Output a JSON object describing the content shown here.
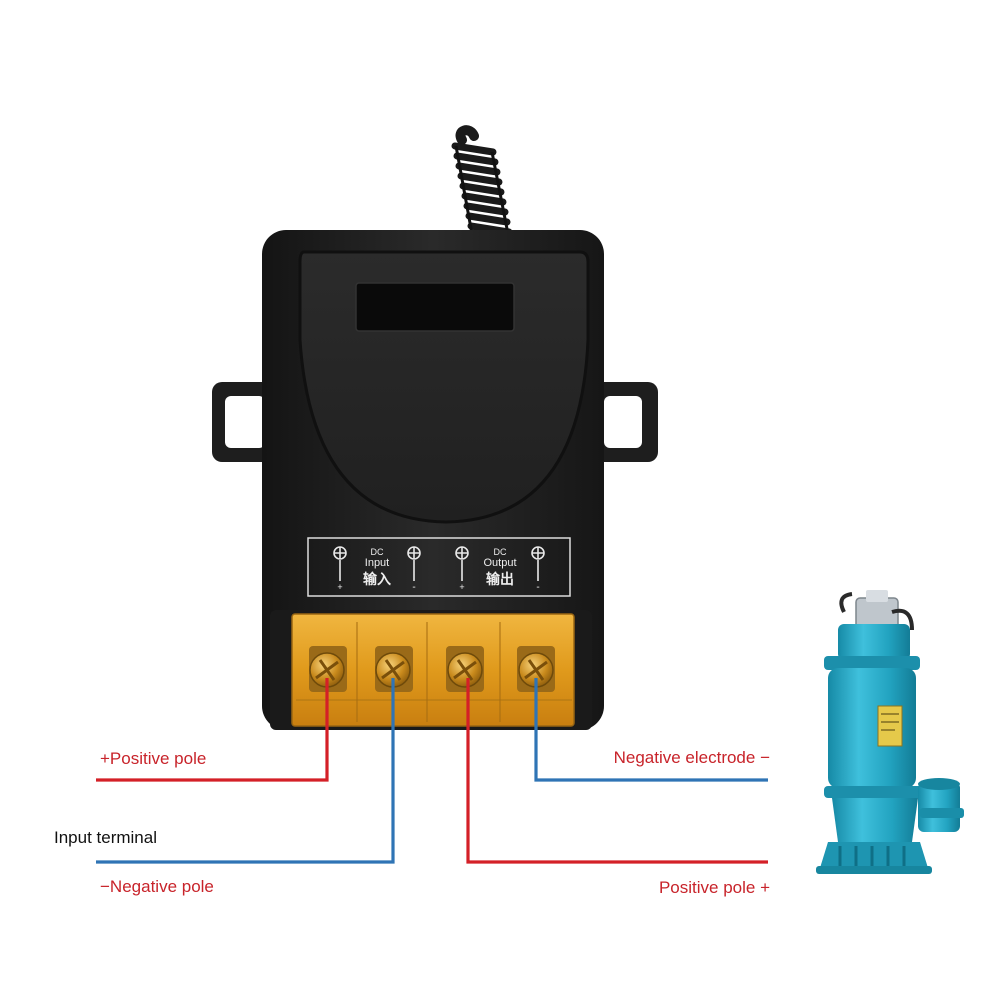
{
  "device": {
    "panel_top": [
      "DC",
      "Input",
      "DC",
      "Output"
    ],
    "panel_bottom": [
      "输入",
      "输出"
    ],
    "plus_sign": "+",
    "minus_sign": "-"
  },
  "labels": {
    "positive_pole_left": "+Positive pole",
    "input_terminal": "Input terminal",
    "negative_pole_left": "−Negative pole",
    "negative_electrode_right": "Negative electrode −",
    "positive_pole_right": "Positive pole +"
  },
  "colors": {
    "positive_wire": "#d42027",
    "negative_wire": "#2f74b5",
    "label_red": "#c8232a",
    "relay_body": "#1c1c1c",
    "terminal_amber": "#e8a020",
    "pump_teal": "#23a7c4"
  },
  "icons": [
    "antenna-coil-icon",
    "screw-terminal-icon",
    "water-pump-icon"
  ]
}
